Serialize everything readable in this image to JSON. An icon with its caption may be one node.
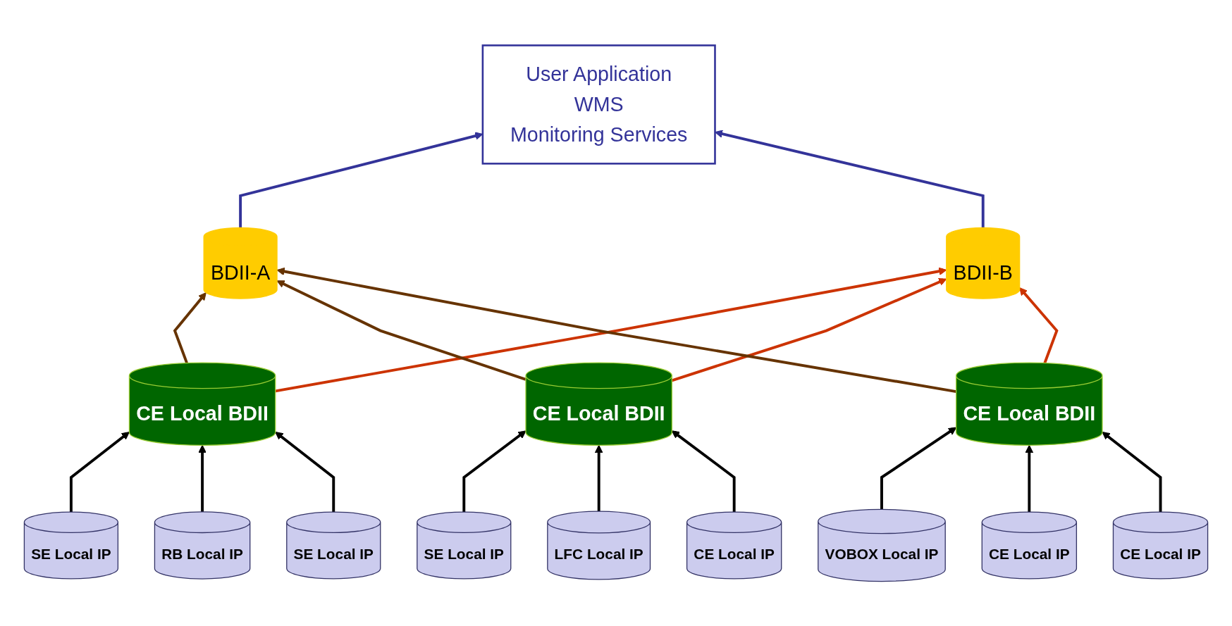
{
  "diagram": {
    "nodes": [
      {
        "text": [
          "BDII-A"
        ]
      },
      {
        "text": [
          "BDII-B"
        ]
      },
      {
        "text": [
          "User Application",
          "WMS",
          "Monitoring Services"
        ]
      },
      {
        "text": [
          "CE Local BDII"
        ]
      },
      {
        "text": [
          "CE Local BDII"
        ]
      },
      {
        "text": [
          "CE Local BDII"
        ]
      },
      {
        "text": [
          "SE Local IP"
        ]
      },
      {
        "text": [
          "RB Local IP"
        ]
      },
      {
        "text": [
          "SE Local IP"
        ]
      },
      {
        "text": [
          "SE Local IP"
        ]
      },
      {
        "text": [
          "LFC Local IP"
        ]
      },
      {
        "text": [
          "CE Local IP"
        ]
      },
      {
        "text": [
          "VOBOX Local IP"
        ]
      },
      {
        "text": [
          "CE Local IP"
        ]
      },
      {
        "text": [
          "CE Local IP"
        ]
      }
    ],
    "edges": [
      {
        "from": 0,
        "to": 2,
        "arrow": "to",
        "color": "#333399"
      },
      {
        "from": 1,
        "to": 2,
        "arrow": "to",
        "color": "#333399"
      },
      {
        "from": 3,
        "to": 0,
        "arrow": "to",
        "color": "#663300"
      },
      {
        "from": 3,
        "to": 1,
        "arrow": "to",
        "color": "#cc3300"
      },
      {
        "from": 4,
        "to": 0,
        "arrow": "to",
        "color": "#663300"
      },
      {
        "from": 4,
        "to": 1,
        "arrow": "to",
        "color": "#cc3300"
      },
      {
        "from": 5,
        "to": 0,
        "arrow": "to",
        "color": "#663300"
      },
      {
        "from": 5,
        "to": 1,
        "arrow": "to",
        "color": "#cc3300"
      },
      {
        "from": 6,
        "to": 3,
        "arrow": "to"
      },
      {
        "from": 7,
        "to": 3,
        "arrow": "to"
      },
      {
        "from": 8,
        "to": 3,
        "arrow": "to"
      },
      {
        "from": 9,
        "to": 4,
        "arrow": "to"
      },
      {
        "from": 10,
        "to": 4,
        "arrow": "to"
      },
      {
        "from": 11,
        "to": 4,
        "arrow": "to"
      },
      {
        "from": 12,
        "to": 5,
        "arrow": "to"
      },
      {
        "from": 13,
        "to": 5,
        "arrow": "to"
      },
      {
        "from": 14,
        "to": 5,
        "arrow": "to"
      }
    ]
  }
}
